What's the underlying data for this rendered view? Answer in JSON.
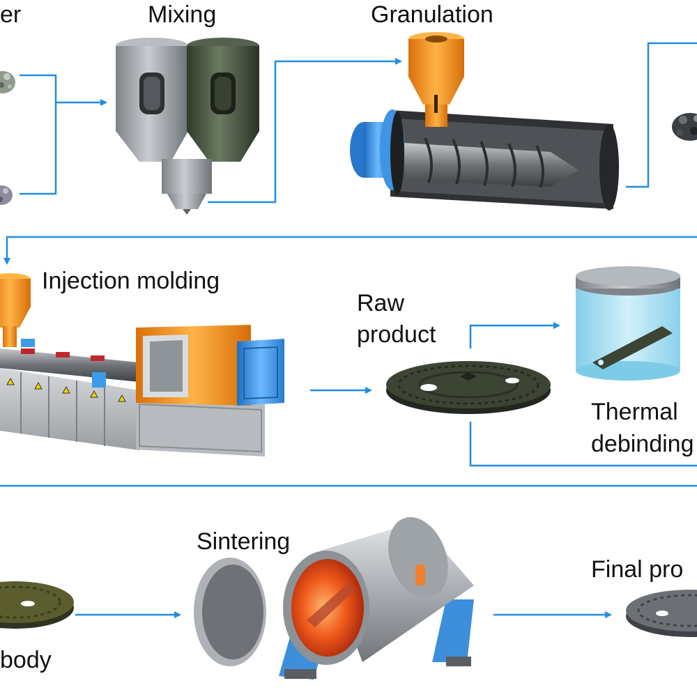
{
  "labels": {
    "powder_partial": "er",
    "mixing": "Mixing",
    "granulation": "Granulation",
    "injection_molding": "Injection molding",
    "raw_product_line1": "Raw",
    "raw_product_line2": "product",
    "thermal_line1": "Thermal",
    "thermal_line2": "debinding",
    "sintering": "Sintering",
    "final_partial": "Final pro",
    "body_partial": "body"
  },
  "colors": {
    "arrow": "#1f8de0",
    "orange": "#f7931e",
    "blue_part": "#3d9be9",
    "steel": "#9aa0a6",
    "dark_part": "#3c4434",
    "furnace_glow": "#e8451a"
  },
  "icons": {
    "powder_pile": "powder-pile-icon",
    "mixer": "twin-hopper-mixer-icon",
    "extruder": "screw-extruder-icon",
    "injection_machine": "injection-molding-machine-icon",
    "wheel_part": "perforated-disc-part-icon",
    "solvent_jar": "solvent-jar-icon",
    "furnace": "sintering-furnace-icon"
  }
}
